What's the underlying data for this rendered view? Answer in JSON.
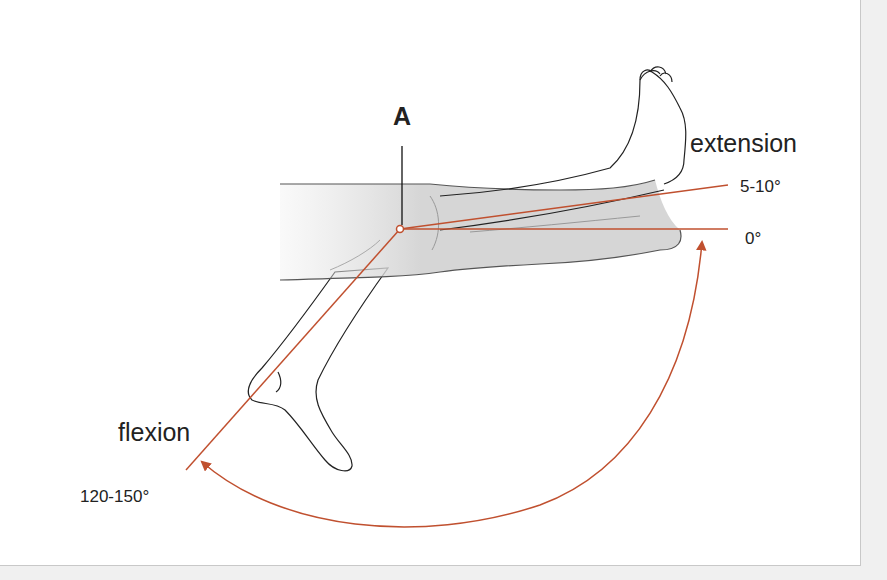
{
  "diagram": {
    "labels": [
      "A",
      "extension",
      "5-10°",
      "0°",
      "flexion",
      "120-150°"
    ]
  }
}
